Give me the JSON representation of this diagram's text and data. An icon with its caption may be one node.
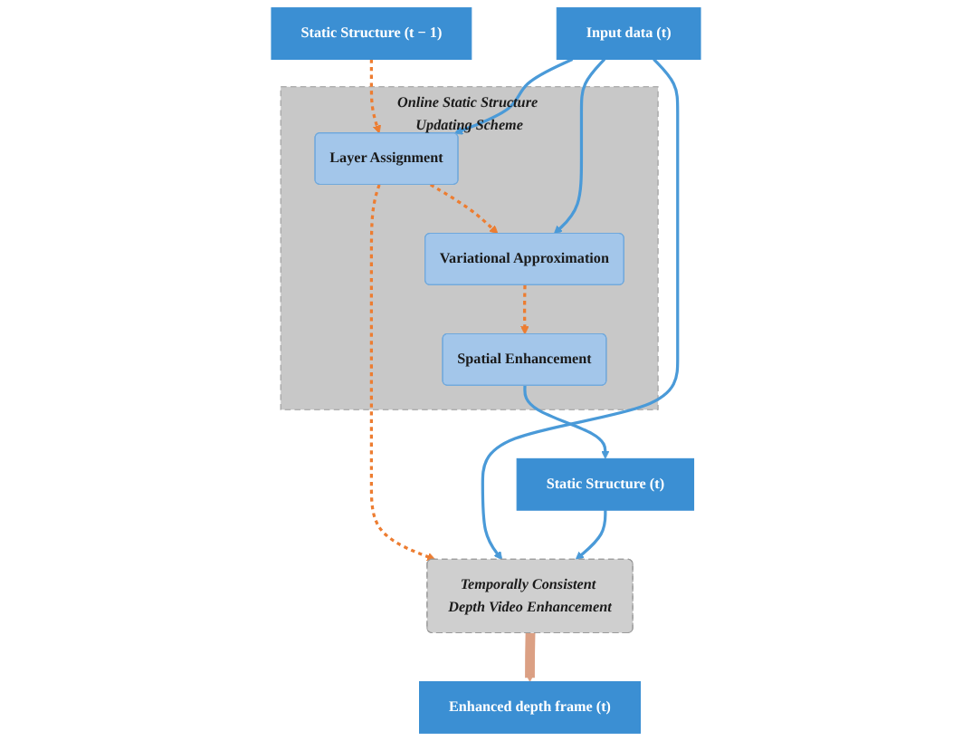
{
  "diagram": {
    "nodes": [
      {
        "text": [
          "Static Structure (t − 1)"
        ]
      },
      {
        "text": [
          "Online Static Structure Updating Scheme"
        ]
      },
      {
        "text": [
          "Layer Assignment"
        ],
        "in": 1
      },
      {
        "text": [
          "Variational Approximation"
        ],
        "in": 1
      },
      {
        "text": [
          "Spatial Enhancement"
        ],
        "in": 1
      },
      {
        "text": [
          "Input data (t)"
        ]
      },
      {
        "text": [
          "Temporally Consistent Depth Video Enhancement"
        ]
      },
      {
        "text": [
          "Static Structure (t)"
        ]
      },
      {
        "text": [
          "Enhanced depth frame (t)"
        ]
      }
    ],
    "edges": [
      {
        "from": 0,
        "to": 2,
        "arrow": "to",
        "style": "dashed",
        "color": "#ed7d31"
      },
      {
        "from": 2,
        "to": 3,
        "arrow": "to",
        "style": "dashed",
        "color": "#ed7d31"
      },
      {
        "from": 3,
        "to": 4,
        "arrow": "to",
        "style": "dashed",
        "color": "#ed7d31"
      },
      {
        "from": 2,
        "to": 6,
        "arrow": "to",
        "style": "dashed",
        "color": "#ed7d31"
      },
      {
        "from": 5,
        "to": 2,
        "arrow": "to"
      },
      {
        "from": 5,
        "to": 3,
        "arrow": "to"
      },
      {
        "from": 5,
        "to": 6,
        "arrow": "to"
      },
      {
        "from": 4,
        "to": 7,
        "arrow": "to"
      },
      {
        "from": 7,
        "to": 6,
        "arrow": "to"
      },
      {
        "from": 6,
        "to": 8,
        "arrow": "to",
        "style": "thick",
        "color": "#dba084"
      }
    ]
  }
}
